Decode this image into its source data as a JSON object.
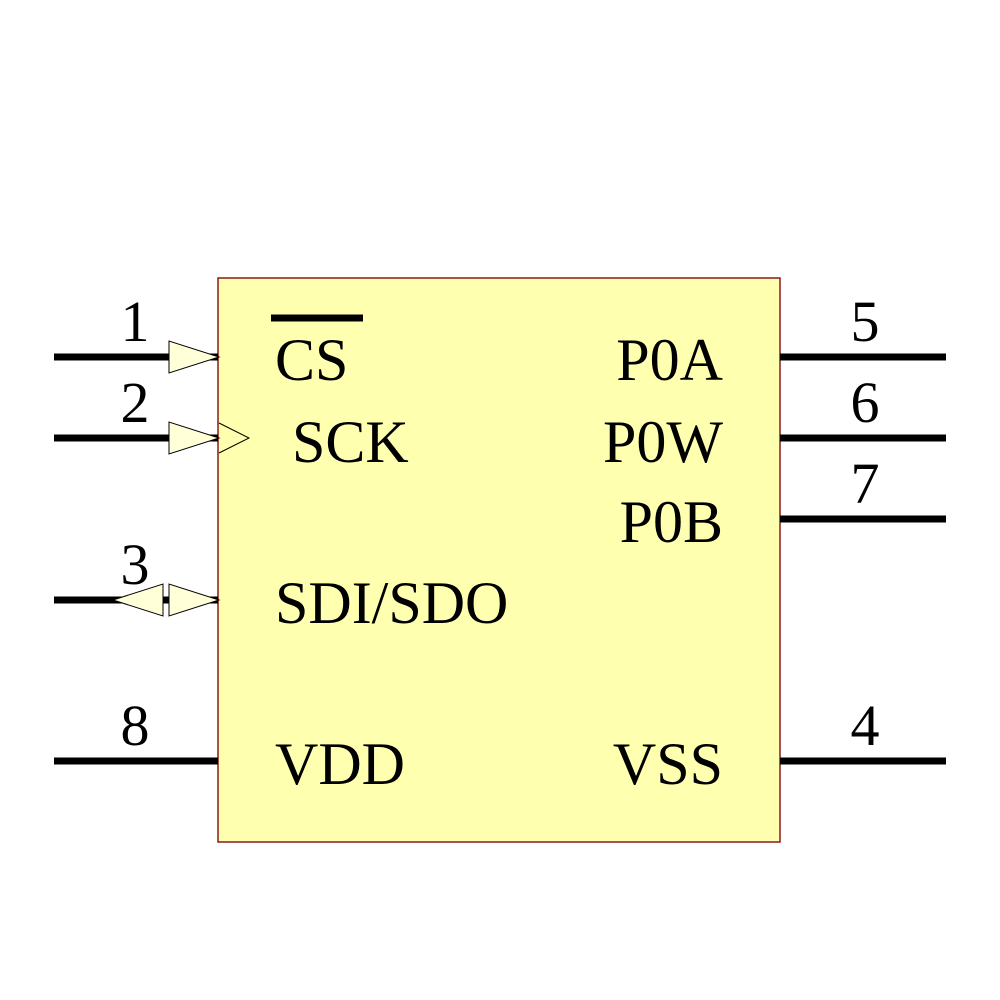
{
  "component": {
    "body_fill": "#ffffb0",
    "body_stroke": "#8b1a1a",
    "pin_color": "#000000",
    "arrow_fill": "#ffffd8"
  },
  "pins": {
    "p1": {
      "number": "1",
      "name": "CS",
      "name_overbar": true,
      "direction": "input"
    },
    "p2": {
      "number": "2",
      "name": "SCK",
      "direction": "input-clock"
    },
    "p3": {
      "number": "3",
      "name": "SDI/SDO",
      "direction": "bidirectional"
    },
    "p8": {
      "number": "8",
      "name": "VDD",
      "direction": "power"
    },
    "p5": {
      "number": "5",
      "name": "P0A",
      "direction": "passive"
    },
    "p6": {
      "number": "6",
      "name": "P0W",
      "direction": "passive"
    },
    "p7": {
      "number": "7",
      "name": "P0B",
      "direction": "passive"
    },
    "p4": {
      "number": "4",
      "name": "VSS",
      "direction": "power"
    }
  }
}
